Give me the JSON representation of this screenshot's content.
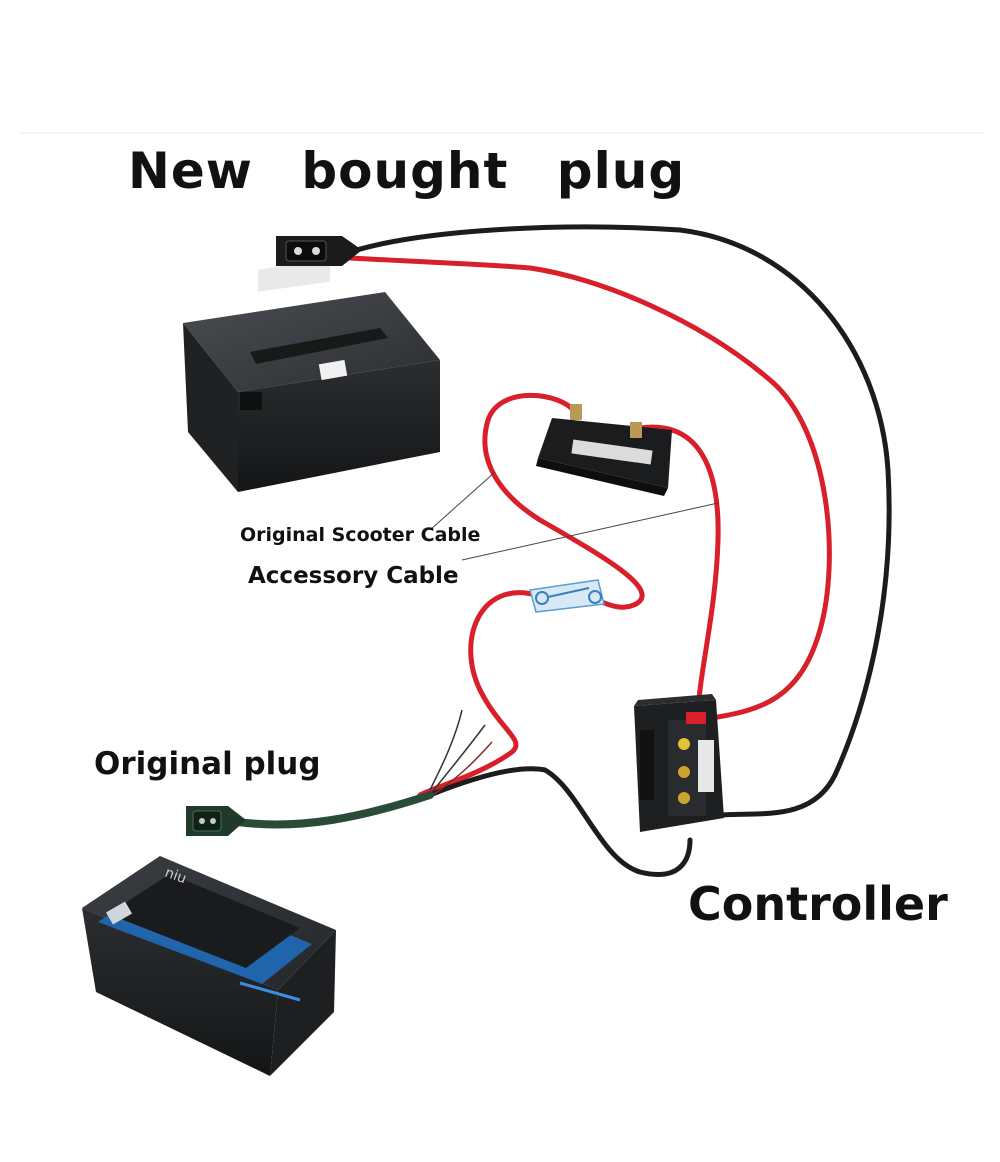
{
  "labels": {
    "new_plug": "New  bought  plug",
    "original_scooter_cable": "Original Scooter Cable",
    "accessory_cable": "Accessory Cable",
    "original_plug": "Original plug",
    "controller": "Controller"
  },
  "original_battery_brand": "niu",
  "colors": {
    "red_cable": "#d81f2a",
    "black_cable": "#1c1c1c",
    "green_plug": "#1f3a2a",
    "battery_body": "#2a2c2f",
    "accent_blue": "#1e6fc1"
  }
}
